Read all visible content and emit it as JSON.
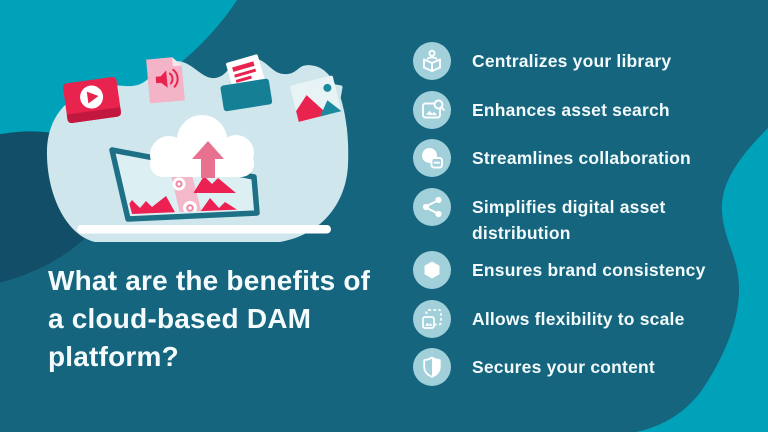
{
  "question": {
    "text": "What are the benefits of a cloud-based DAM platform?"
  },
  "benefits": {
    "items": [
      {
        "icon": "library-book-person",
        "label": "Centralizes your library"
      },
      {
        "icon": "image-search",
        "label": "Enhances asset search"
      },
      {
        "icon": "overlapping-shapes",
        "label": "Streamlines collaboration"
      },
      {
        "icon": "share-nodes",
        "label": "Simplifies digital asset distribution"
      },
      {
        "icon": "hexagon-badge",
        "label": "Ensures brand consistency"
      },
      {
        "icon": "resize-scale",
        "label": "Allows flexibility to scale"
      },
      {
        "icon": "shield",
        "label": "Secures your content"
      }
    ]
  },
  "colors": {
    "background_teal": "#15657E",
    "accent_cyan": "#00A2BA",
    "dark_navy_blob": "#134E68",
    "pale_blob": "#CFE7EC",
    "icon_circle": "#A2D0DA",
    "text_white": "#F4FBFC",
    "crimson": "#E8234E",
    "pink": "#F3B4C7",
    "rose_arrow": "#E7718E",
    "teal_accent": "#157F96"
  }
}
